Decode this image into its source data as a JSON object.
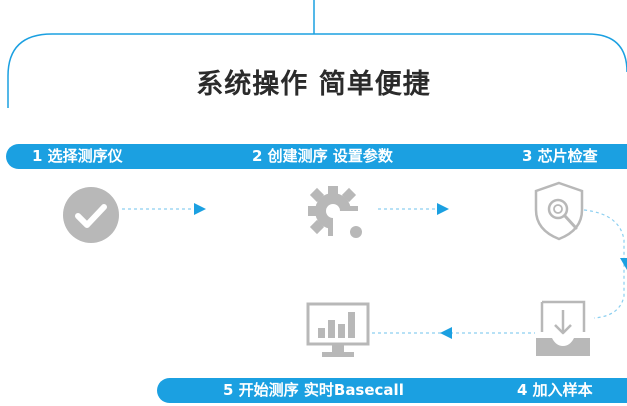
{
  "title": "系统操作 简单便捷",
  "steps": [
    {
      "label": "1 选择测序仪",
      "icon": "check-circle-icon"
    },
    {
      "label": "2 创建测序 设置参数",
      "icon": "gear-icon"
    },
    {
      "label": "3 芯片检查",
      "icon": "shield-search-icon"
    },
    {
      "label": "4 加入样本",
      "icon": "download-tray-icon"
    },
    {
      "label": "5 开始测序 实时Basecall",
      "icon": "monitor-chart-icon"
    }
  ],
  "colors": {
    "accent": "#1ba0e1",
    "icon_gray": "#b8b8b8",
    "title": "#2b2b2b"
  }
}
